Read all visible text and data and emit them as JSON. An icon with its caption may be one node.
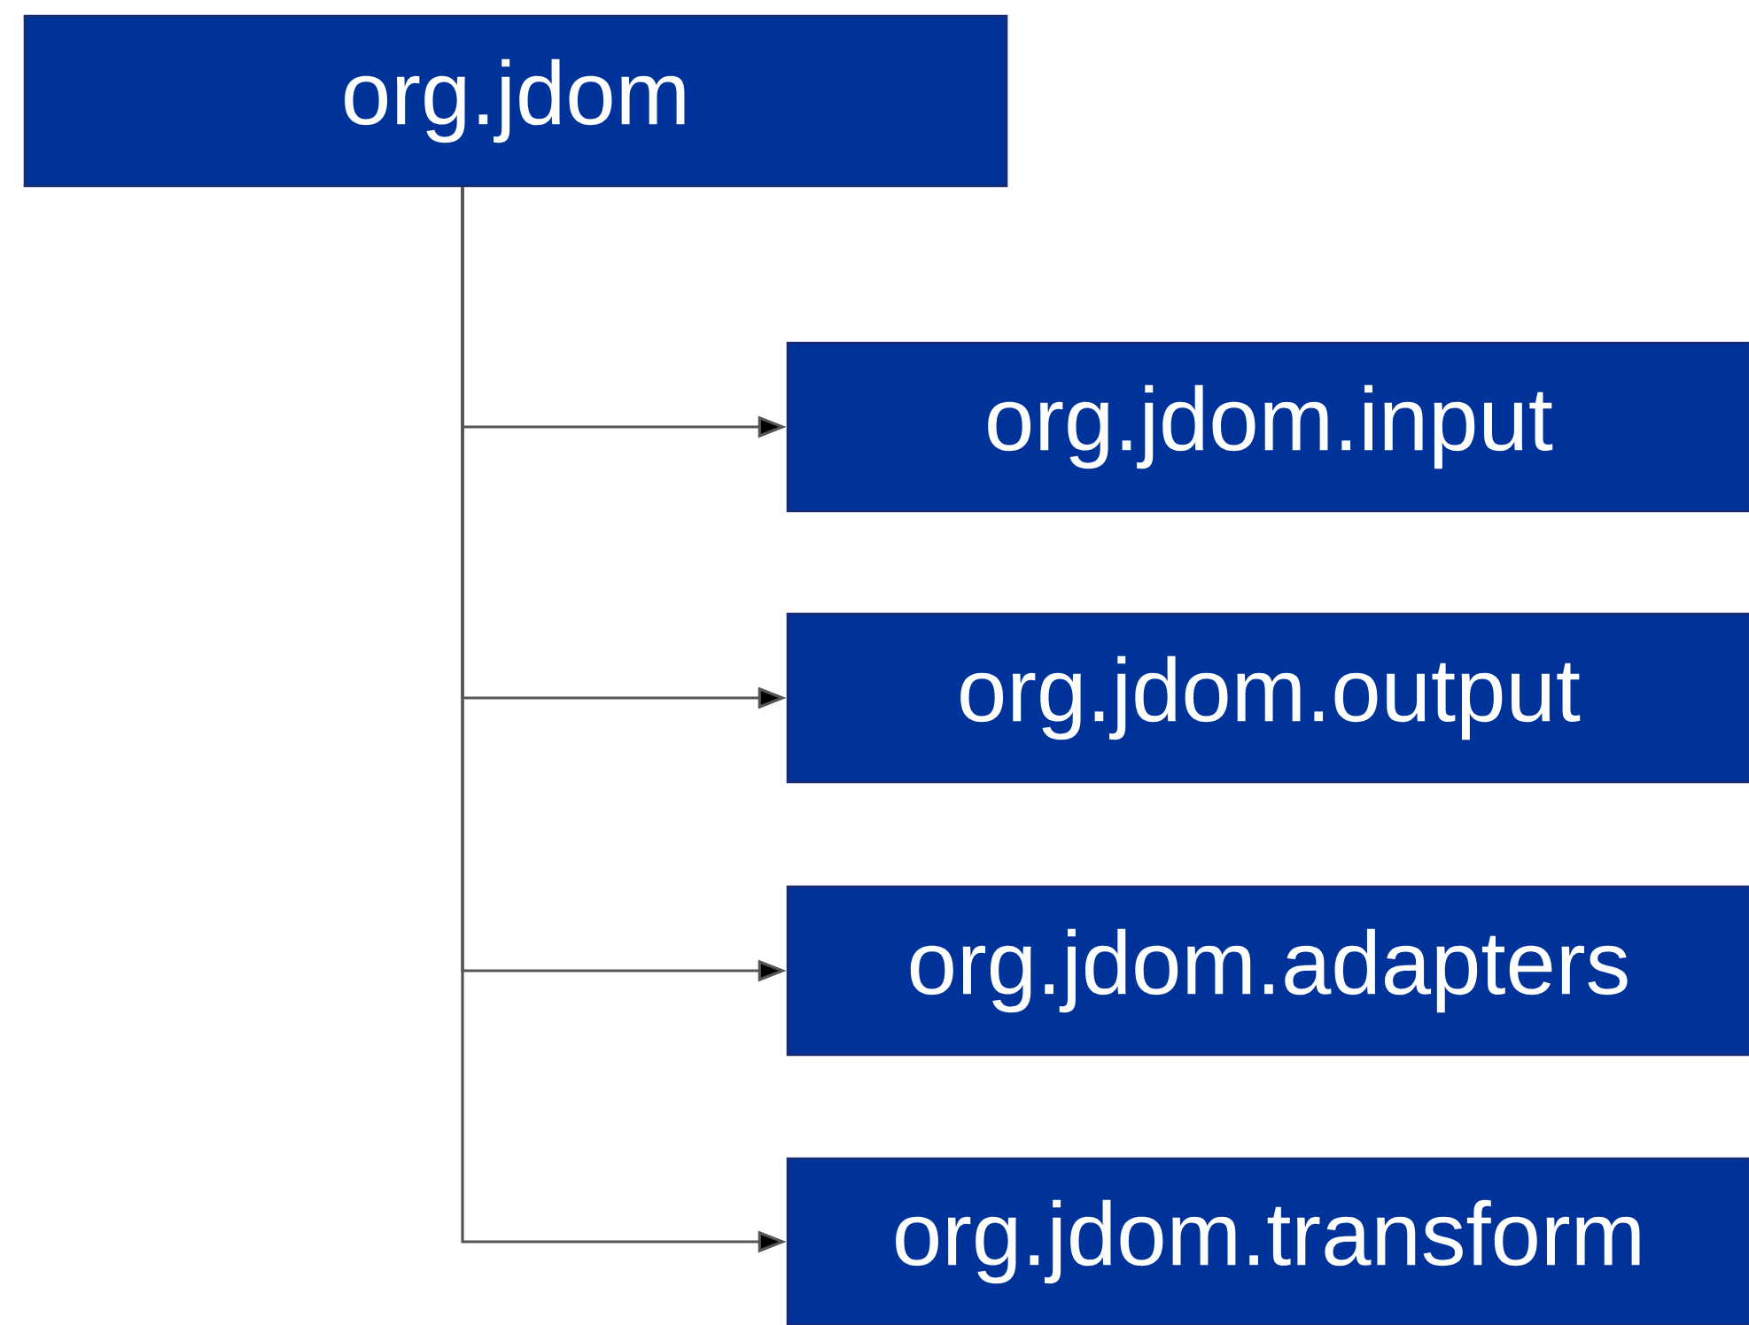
{
  "diagram": {
    "nodes": [
      {
        "text": [
          "org.jdom"
        ]
      },
      {
        "text": [
          "org.jdom.input"
        ]
      },
      {
        "text": [
          "org.jdom.output"
        ]
      },
      {
        "text": [
          "org.jdom.adapters"
        ]
      },
      {
        "text": [
          "org.jdom.transform"
        ]
      }
    ],
    "edges": [
      {
        "from": 0,
        "to": 1,
        "arrow": "to"
      },
      {
        "from": 0,
        "to": 2,
        "arrow": "to"
      },
      {
        "from": 0,
        "to": 3,
        "arrow": "to"
      },
      {
        "from": 0,
        "to": 4,
        "arrow": "to"
      }
    ]
  }
}
